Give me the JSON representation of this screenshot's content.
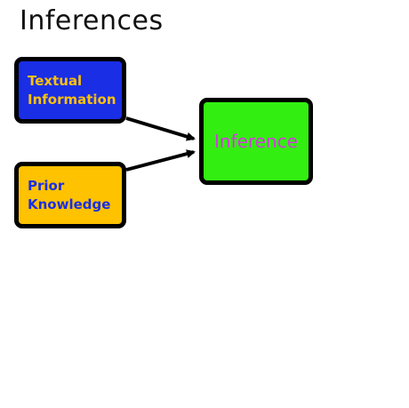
{
  "title": "Inferences",
  "nodes": {
    "textual": {
      "line1": "Textual",
      "line2": "Information"
    },
    "prior": {
      "line1": "Prior",
      "line2": "Knowledge"
    },
    "inference": {
      "label": "Inference"
    }
  },
  "colors": {
    "textual_fill": "#1a2ee6",
    "textual_text": "#ffc107",
    "prior_fill": "#ffc200",
    "prior_text": "#1a2ee6",
    "inference_fill": "#33ee11",
    "inference_text": "#d43ae0",
    "border": "#000000"
  },
  "edges": [
    {
      "from": "textual",
      "to": "inference"
    },
    {
      "from": "prior",
      "to": "inference"
    }
  ]
}
